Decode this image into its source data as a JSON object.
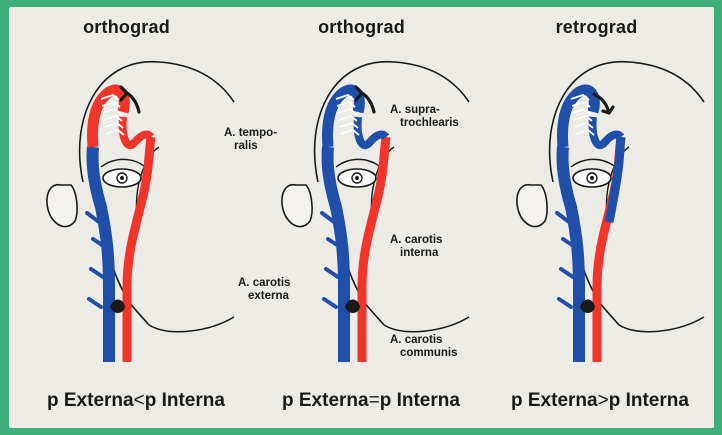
{
  "panels": [
    {
      "title": "orthograd",
      "formula": {
        "left": "p Externa",
        "op": "<",
        "right": "p Interna"
      },
      "flow": "up",
      "upper_branch_color": "red"
    },
    {
      "title": "orthograd",
      "formula": {
        "left": "p Externa",
        "op": "=",
        "right": "p Interna"
      },
      "flow": "up",
      "upper_branch_color": "blue"
    },
    {
      "title": "retrograd",
      "formula": {
        "left": "p Externa",
        "op": ">",
        "right": "p Interna"
      },
      "flow": "down",
      "upper_branch_color": "blue"
    }
  ],
  "labels": {
    "temporalis": [
      "A. tempo-",
      "ralis"
    ],
    "supratrochlearis": [
      "A. supra-",
      "trochlearis"
    ],
    "carotis_interna": [
      "A. carotis",
      "interna"
    ],
    "carotis_externa": [
      "A. carotis",
      "externa"
    ],
    "carotis_communis": [
      "A. carotis",
      "communis"
    ]
  },
  "colors": {
    "red": "#f0352a",
    "blue": "#1f4fa8",
    "outline": "#1a1a1a",
    "background": "#ecebe6",
    "frame": "#3fae7a"
  }
}
